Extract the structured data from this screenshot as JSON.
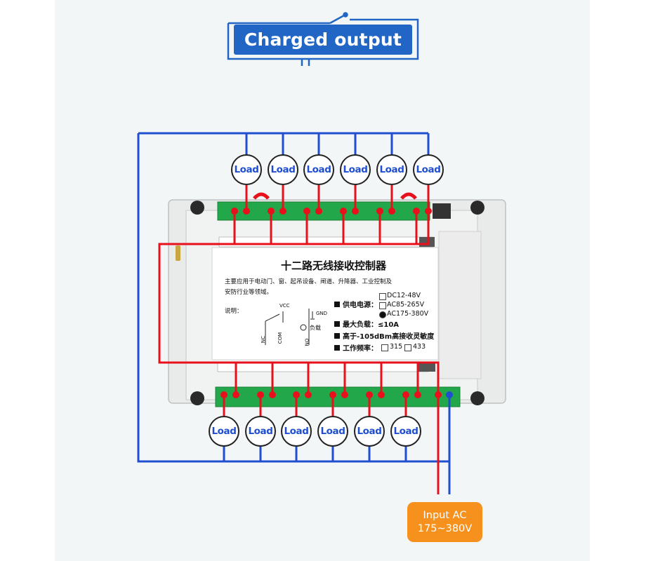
{
  "header": {
    "title": "Charged output"
  },
  "loads": {
    "top": [
      "Load",
      "Load",
      "Load",
      "Load",
      "Load",
      "Load"
    ],
    "bottom": [
      "Load",
      "Load",
      "Load",
      "Load",
      "Load",
      "Load"
    ]
  },
  "input": {
    "line1": "Input AC",
    "line2": "175~380V"
  },
  "board": {
    "title": "十二路无线接收控制器",
    "desc1": "主要应用于电动门、窗、起吊设备、闸道、升降器、工业控制及",
    "desc2": "安防行业等领域。",
    "note": "说明：",
    "vcc": "VCC",
    "gnd": "GND",
    "nc": "NC",
    "com": "COM",
    "no": "NO",
    "load_cn": "负载",
    "power_label": "供电电源：",
    "power_options": [
      "DC12-48V",
      "AC85-265V",
      "AC175-380V"
    ],
    "max_load": "最大负载：≤10A",
    "sensitivity": "高于-105dBm高接收灵敏度",
    "freq_label": "工作频率：",
    "freq_options": [
      "315",
      "433"
    ]
  },
  "colors": {
    "accent": "#2166c4",
    "live": "#e8101b",
    "neutral": "#1f4fd0",
    "terminal": "#22a84a",
    "input_box": "#f7911e"
  }
}
